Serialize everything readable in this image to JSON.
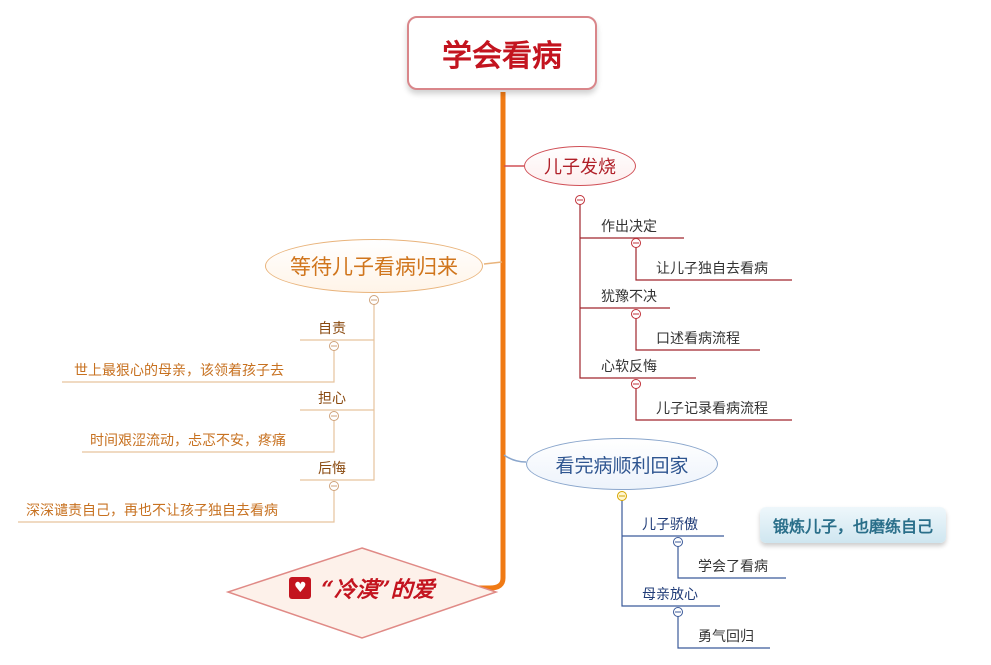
{
  "root": {
    "label": "学会看病"
  },
  "branch_fever": {
    "label": "儿子发烧",
    "children": [
      {
        "label": "作出决定",
        "leaf": "让儿子独自去看病"
      },
      {
        "label": "犹豫不决",
        "leaf": "口述看病流程"
      },
      {
        "label": "心软反悔",
        "leaf": "儿子记录看病流程"
      }
    ]
  },
  "branch_waiting": {
    "label": "等待儿子看病归来",
    "children": [
      {
        "label": "自责",
        "leaf": "世上最狠心的母亲，该领着孩子去"
      },
      {
        "label": "担心",
        "leaf": "时间艰涩流动，忐忑不安，疼痛"
      },
      {
        "label": "后悔",
        "leaf": "深深谴责自己，再也不让孩子独自去看病"
      }
    ]
  },
  "branch_home": {
    "label": "看完病顺利回家",
    "children": [
      {
        "label": "儿子骄傲",
        "leaf": "学会了看病"
      },
      {
        "label": "母亲放心",
        "leaf": "勇气回归"
      }
    ],
    "callout": "锻炼儿子，也磨练自己"
  },
  "theme": {
    "label": "“冷漠”的爱",
    "icon": "heart-icon"
  },
  "colors": {
    "trunk": "#f07a14",
    "red": "#c3141f",
    "orange": "#d0751c",
    "blue": "#2e5590"
  }
}
